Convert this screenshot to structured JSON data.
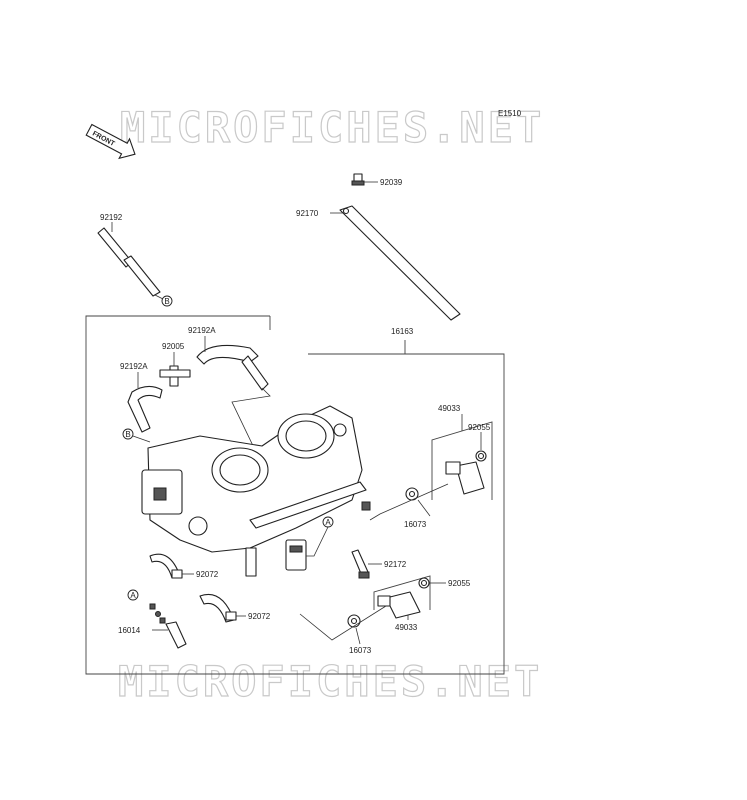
{
  "watermark": "MICROFICHES.NET",
  "diagram_code": "E1510",
  "front_marker": "FRONT",
  "callouts": {
    "a": "A",
    "b": "B"
  },
  "parts": {
    "p92039": "92039",
    "p92170": "92170",
    "p92192": "92192",
    "p92192a_top": "92192A",
    "p92005": "92005",
    "p92192a_left": "92192A",
    "p16163": "16163",
    "p49033_top": "49033",
    "p92055_top": "92055",
    "p16073_top": "16073",
    "p92072_upper": "92072",
    "p92172": "92172",
    "p92055_bottom": "92055",
    "p92072_lower": "92072",
    "p16014": "16014",
    "p16073_bottom": "16073",
    "p49033_bottom": "49033"
  }
}
